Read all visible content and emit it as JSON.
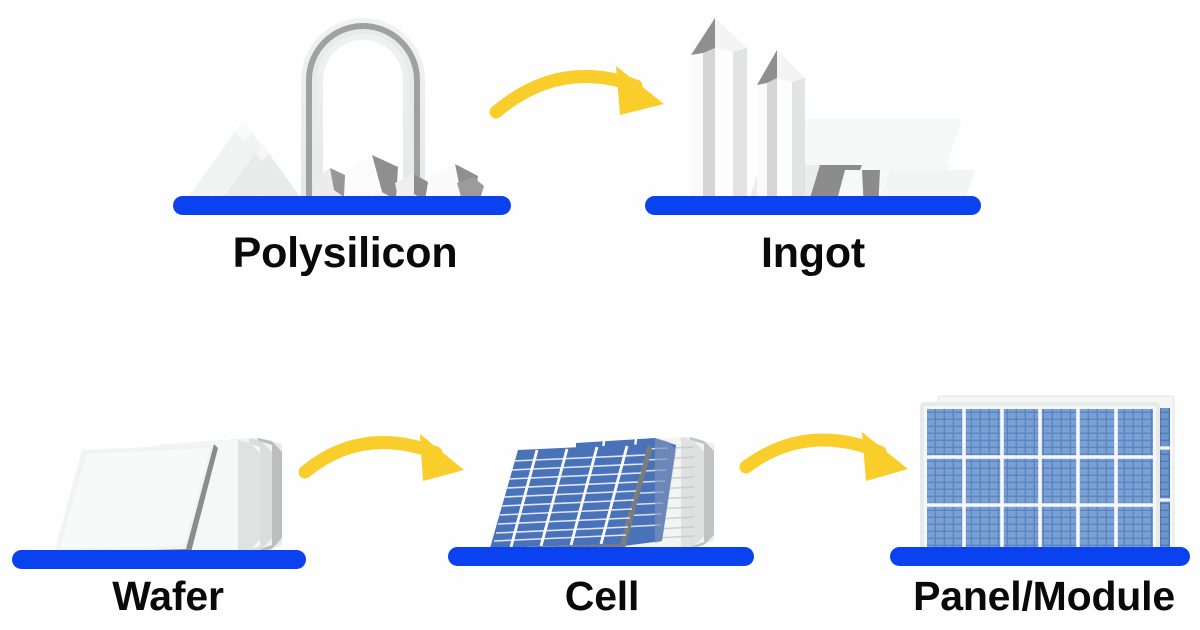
{
  "diagram": {
    "type": "process-flow",
    "background_color": "#fefefe",
    "accent_blue": "#0a42f0",
    "accent_yellow": "#f9ce2a",
    "cell_blue": "#4a72b8",
    "panel_blue": "#5b84c4",
    "shade_gray": "#8c8c8c",
    "light_gray": "#eceded",
    "nodes": [
      {
        "id": "polysilicon",
        "label": "Polysilicon",
        "icon": "polysilicon-chunks-furnace-icon",
        "row": 1,
        "order": 1
      },
      {
        "id": "ingot",
        "label": "Ingot",
        "icon": "ingot-crystal-bars-icon",
        "row": 1,
        "order": 2
      },
      {
        "id": "wafer",
        "label": "Wafer",
        "icon": "wafer-stack-icon",
        "row": 2,
        "order": 1
      },
      {
        "id": "cell",
        "label": "Cell",
        "icon": "solar-cell-stack-icon",
        "row": 2,
        "order": 2
      },
      {
        "id": "panel",
        "label": "Panel/Module",
        "icon": "solar-panel-module-icon",
        "row": 2,
        "order": 3
      }
    ],
    "arrows": [
      {
        "id": "arrow-poly-to-ingot",
        "from": "polysilicon",
        "to": "ingot",
        "icon": "curved-arrow-right-icon"
      },
      {
        "id": "arrow-wafer-to-cell",
        "from": "wafer",
        "to": "cell",
        "icon": "curved-arrow-right-icon"
      },
      {
        "id": "arrow-cell-to-panel",
        "from": "cell",
        "to": "panel",
        "icon": "curved-arrow-right-icon"
      }
    ]
  }
}
